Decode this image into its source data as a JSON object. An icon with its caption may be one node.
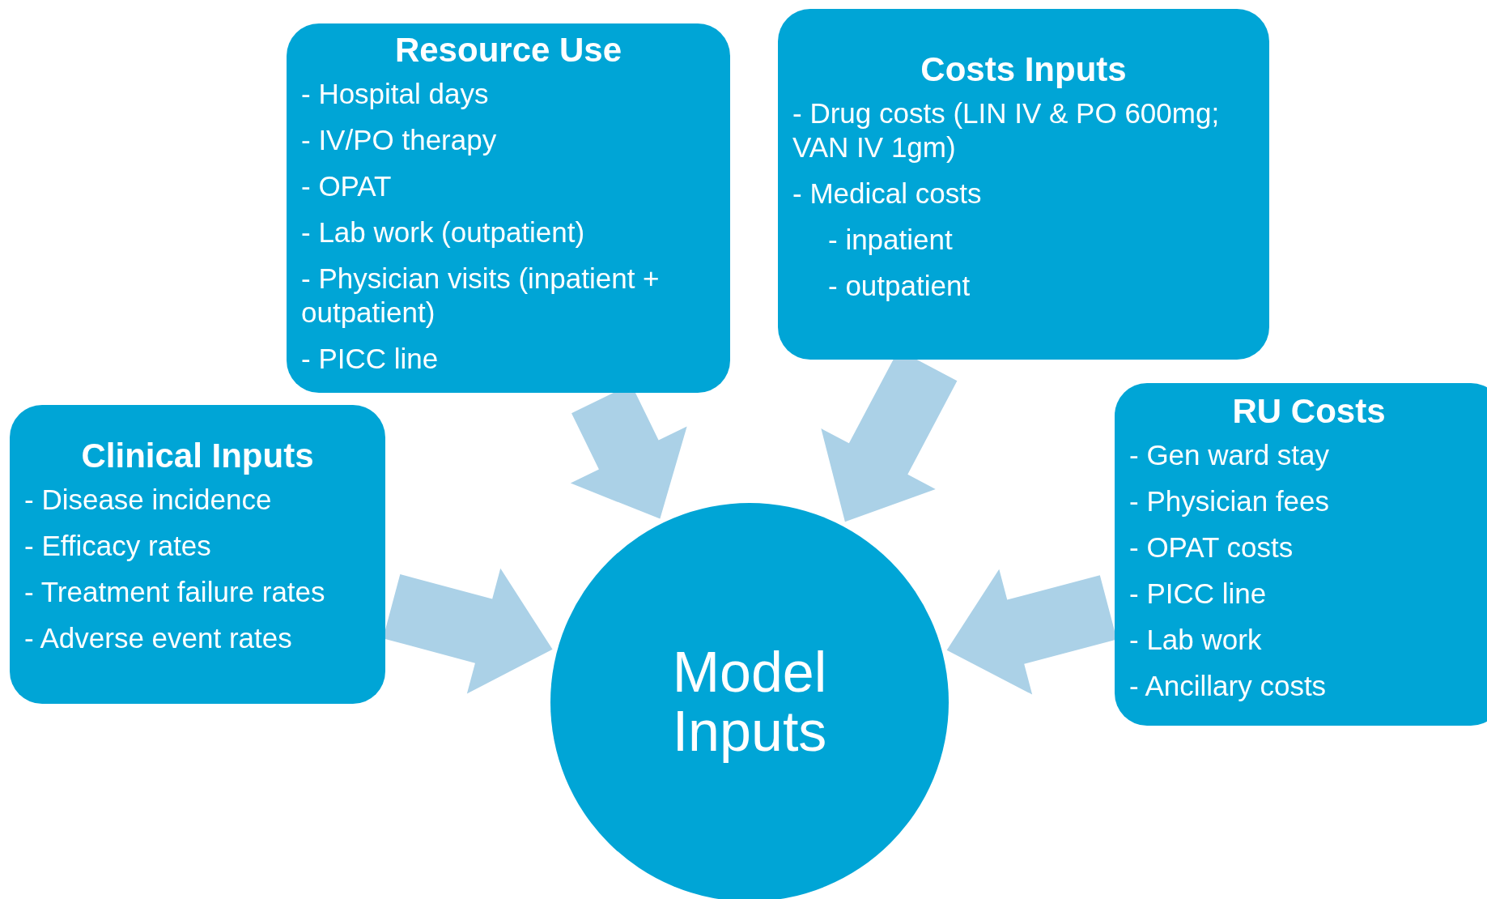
{
  "diagram": {
    "nodes": [
      {
        "text": [
          "Resource Use",
          "- Hospital days",
          "- IV/PO therapy",
          "- OPAT",
          "- Lab work (outpatient)",
          "- Physician visits (inpatient + outpatient)",
          "- PICC line"
        ]
      },
      {
        "text": [
          "Costs Inputs",
          "- Drug costs (LIN IV & PO 600mg; VAN IV 1gm)",
          "- Medical costs",
          "- inpatient",
          "- outpatient"
        ]
      },
      {
        "text": [
          "Clinical Inputs",
          "- Disease incidence",
          "- Efficacy rates",
          "- Treatment failure rates",
          "- Adverse event rates"
        ]
      },
      {
        "text": [
          "RU Costs",
          "- Gen ward stay",
          "- Physician fees",
          "- OPAT costs",
          "- PICC line",
          "- Lab work",
          "- Ancillary costs"
        ]
      },
      {
        "text": [
          "Model Inputs"
        ]
      }
    ],
    "edges": [
      {
        "from": 0,
        "to": 4,
        "arrow": "to"
      },
      {
        "from": 1,
        "to": 4,
        "arrow": "to"
      },
      {
        "from": 2,
        "to": 4,
        "arrow": "to"
      },
      {
        "from": 3,
        "to": 4,
        "arrow": "to"
      }
    ]
  }
}
